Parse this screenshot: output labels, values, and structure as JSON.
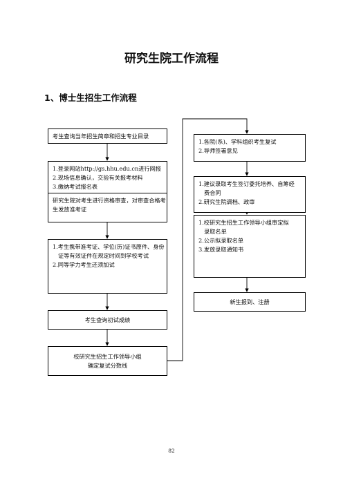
{
  "doc": {
    "title": "研究生院工作流程",
    "subtitle": "1、博士生招生工作流程",
    "page_number": "82"
  },
  "left_steps": [
    {
      "lines": [
        "考生查询当年招生简章和招生专业目录"
      ]
    },
    {
      "lines": [
        "1.登录网站http://gs.hhu.edu.cn进行网报",
        "2.现场信息确认，交验有关报考材料",
        "3.缴纳考试报名表"
      ]
    },
    {
      "lines": [
        "研究生院对考生进行资格审查，对审查合格考",
        "生发放准考证"
      ]
    },
    {
      "lines": [
        "1.考生携带准考证、学位(历)证书原件、身份",
        "证等有效证件在规定时间到学校考试",
        "2.同等学力考生还须加试"
      ]
    },
    {
      "lines": [
        "考生查询初试成绩"
      ]
    },
    {
      "lines": [
        "校研究生招生工作领导小组",
        "确定复试分数线"
      ]
    }
  ],
  "right_steps": [
    {
      "lines": [
        "1.各院(系)、学科组织考生复试",
        "2.导师签署意见"
      ]
    },
    {
      "lines": [
        "1.建议录取考生签订委托培养、自筹经",
        "费合同",
        "2.研究生院调档、政审"
      ]
    },
    {
      "lines": [
        "1.校研究生招生工作领导小组审定拟",
        "录取名单",
        "2.公示拟录取名单",
        "3.发放录取通知书"
      ]
    },
    {
      "lines": [
        "新生报到、注册"
      ]
    }
  ]
}
